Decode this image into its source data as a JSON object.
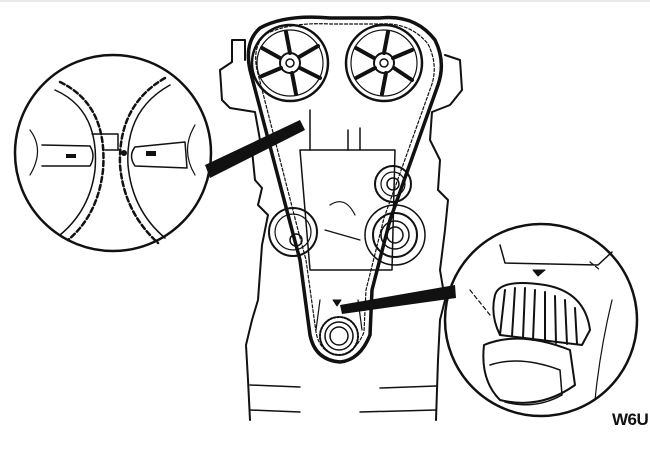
{
  "diagram": {
    "subject": "Timing belt routing with camshaft and crankshaft timing mark detail views",
    "callouts": [
      {
        "name": "camshaft-timing-marks-detail",
        "description": "Magnified view of both camshaft sprocket timing marks aligned"
      },
      {
        "name": "crankshaft-timing-mark-detail",
        "description": "Magnified view of crankshaft sprocket timing mark aligned with pointer"
      }
    ],
    "components": [
      "intake camshaft sprocket",
      "exhaust camshaft sprocket",
      "timing belt",
      "idler pulley",
      "tensioner pulley",
      "water pump pulley",
      "crankshaft sprocket"
    ],
    "figure_code": "W6U",
    "colors": {
      "line": "#111111",
      "background": "#ffffff"
    }
  }
}
